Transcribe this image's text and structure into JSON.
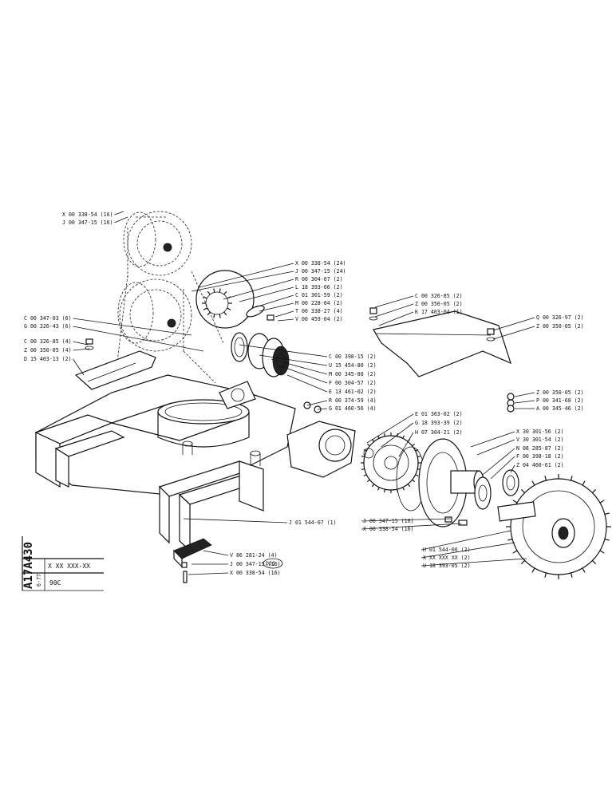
{
  "title_block": {
    "drawing_number": "A17A430",
    "date": "6-77",
    "part_code": "X XX  XXX-XX",
    "model": "90C",
    "stamp": "DJG"
  },
  "callouts": [
    {
      "id": "c1",
      "text": "X 00 338-54 (16)"
    },
    {
      "id": "c2",
      "text": "J 00 347-15 (16)"
    },
    {
      "id": "c3",
      "text": "X 00 338-54 (24)"
    },
    {
      "id": "c4",
      "text": "J 00 347-15 (24)"
    },
    {
      "id": "c5",
      "text": "R 00 304-67 (2)"
    },
    {
      "id": "c6",
      "text": "L 18 393-66 (2)"
    },
    {
      "id": "c7",
      "text": "C 01 301-59 (2)"
    },
    {
      "id": "c8",
      "text": "M 00 228-04 (2)"
    },
    {
      "id": "c9",
      "text": "T 00 338-27 (4)"
    },
    {
      "id": "c10",
      "text": "V 00 459-04 (2)"
    },
    {
      "id": "c11",
      "text": "C 00 347-03 (6)"
    },
    {
      "id": "c12",
      "text": "G 00 326-43 (6)"
    },
    {
      "id": "c13",
      "text": "C 00 326-85 (4)"
    },
    {
      "id": "c14",
      "text": "Z 00 350-05 (4)"
    },
    {
      "id": "c15",
      "text": "D 15 403-13 (2)"
    },
    {
      "id": "c16",
      "text": "C 00 398-15 (2)"
    },
    {
      "id": "c17",
      "text": "U 15 454-80 (2)"
    },
    {
      "id": "c18",
      "text": "M 00 345-80 (2)"
    },
    {
      "id": "c19",
      "text": "F 00 304-57 (2)"
    },
    {
      "id": "c20",
      "text": "E 13 461-02 (2)"
    },
    {
      "id": "c21",
      "text": "R 00 374-59 (4)"
    },
    {
      "id": "c22",
      "text": "G 01 460-56 (4)"
    },
    {
      "id": "c23",
      "text": "C 00 326-85 (2)"
    },
    {
      "id": "c24",
      "text": "Z 00 350-05 (2)"
    },
    {
      "id": "c25",
      "text": "K 17 403-04 (1)"
    },
    {
      "id": "c26",
      "text": "Q 00 326-97 (2)"
    },
    {
      "id": "c27",
      "text": "Z 00 350-05 (2)"
    },
    {
      "id": "c28",
      "text": "Z 00 350-05 (2)"
    },
    {
      "id": "c29",
      "text": "P 00 341-68 (2)"
    },
    {
      "id": "c30",
      "text": "A 00 345-46 (2)"
    },
    {
      "id": "c31",
      "text": "E 01 363-02 (2)"
    },
    {
      "id": "c32",
      "text": "G 18 393-39 (2)"
    },
    {
      "id": "c33",
      "text": "H 07 304-21 (2)"
    },
    {
      "id": "c34",
      "text": "X 30 301-56 (2)"
    },
    {
      "id": "c35",
      "text": "V 30 301-54 (2)"
    },
    {
      "id": "c36",
      "text": "N 08 285-87 (2)"
    },
    {
      "id": "c37",
      "text": "F 00 398-18 (2)"
    },
    {
      "id": "c38",
      "text": "Z 04 460-61 (2)"
    },
    {
      "id": "c39",
      "text": "J 00 347-15 (16)"
    },
    {
      "id": "c40",
      "text": "X 00 338-54 (16)"
    },
    {
      "id": "c41",
      "text": "J 01 544-07 (1)"
    },
    {
      "id": "c42",
      "text": "V 86 281-24 (4)"
    },
    {
      "id": "c43",
      "text": "J 00 347-15 (16)"
    },
    {
      "id": "c44",
      "text": "X 00 338-54 (16)"
    },
    {
      "id": "c45",
      "text": "H 01 544-06 (2)"
    },
    {
      "id": "c46",
      "text": "X XX XXX XX (2)"
    },
    {
      "id": "c47",
      "text": "U 18 393-05 (2)"
    }
  ]
}
